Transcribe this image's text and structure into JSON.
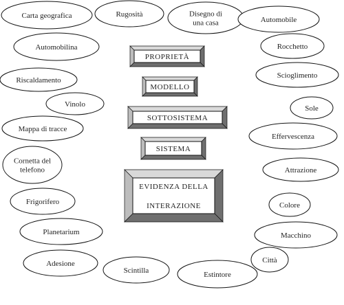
{
  "colors": {
    "background": "#ffffff",
    "stroke": "#111111",
    "bevel_dark": "#6f6f6f",
    "bevel_light": "#d9d9d9"
  },
  "concepts": [
    {
      "id": "carta-geografica",
      "lines": [
        "Carta geografica"
      ]
    },
    {
      "id": "rugosita",
      "lines": [
        "Rugosità"
      ]
    },
    {
      "id": "disegno-di-una-casa",
      "lines": [
        "Disegno di",
        "una casa"
      ]
    },
    {
      "id": "automobile",
      "lines": [
        "Automobile"
      ]
    },
    {
      "id": "automobilina",
      "lines": [
        "Automobilina"
      ]
    },
    {
      "id": "rocchetto",
      "lines": [
        "Rocchetto"
      ]
    },
    {
      "id": "riscaldamento",
      "lines": [
        "Riscaldamento"
      ]
    },
    {
      "id": "scioglimento",
      "lines": [
        "Scioglimento"
      ]
    },
    {
      "id": "vinolo",
      "lines": [
        "Vinolo"
      ]
    },
    {
      "id": "sole",
      "lines": [
        "Sole"
      ]
    },
    {
      "id": "mappa-di-tracce",
      "lines": [
        "Mappa di tracce"
      ]
    },
    {
      "id": "effervescenza",
      "lines": [
        "Effervescenza"
      ]
    },
    {
      "id": "cornetta-del-telefono",
      "lines": [
        "Cornetta del",
        "telefono"
      ]
    },
    {
      "id": "attrazione",
      "lines": [
        "Attrazione"
      ]
    },
    {
      "id": "frigorifero",
      "lines": [
        "Frigorifero"
      ]
    },
    {
      "id": "colore",
      "lines": [
        "Colore"
      ]
    },
    {
      "id": "planetarium",
      "lines": [
        "Planetarium"
      ]
    },
    {
      "id": "macchino",
      "lines": [
        "Macchino"
      ]
    },
    {
      "id": "citta",
      "lines": [
        "Città"
      ]
    },
    {
      "id": "adesione",
      "lines": [
        "Adesione"
      ]
    },
    {
      "id": "scintilla",
      "lines": [
        "Scintilla"
      ]
    },
    {
      "id": "estintore",
      "lines": [
        "Estintore"
      ]
    }
  ],
  "categories": [
    {
      "id": "proprieta",
      "lines": [
        "PROPRIETÀ"
      ]
    },
    {
      "id": "modello",
      "lines": [
        "MODELLO"
      ]
    },
    {
      "id": "sottosistema",
      "lines": [
        "SOTTOSISTEMA"
      ]
    },
    {
      "id": "sistema",
      "lines": [
        "SISTEMA"
      ]
    },
    {
      "id": "evidenza-della-interazione",
      "lines": [
        "EVIDENZA DELLA",
        "INTERAZIONE"
      ]
    }
  ]
}
